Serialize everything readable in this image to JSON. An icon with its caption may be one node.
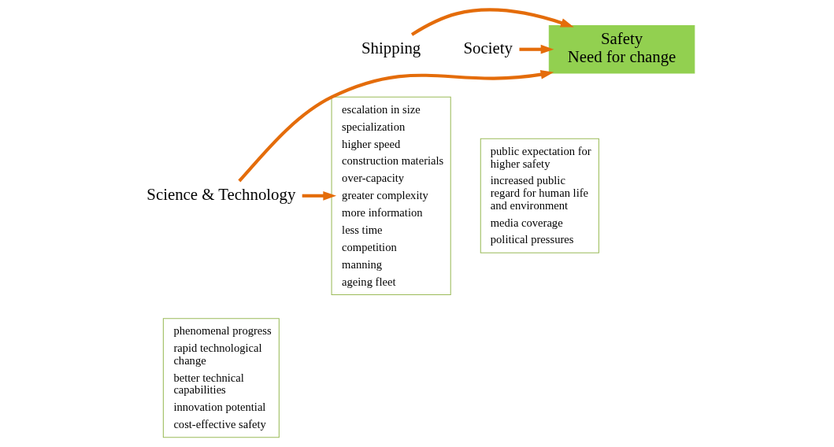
{
  "diagram": {
    "nodes": [
      {
        "text": [
          "Shipping"
        ]
      },
      {
        "text": [
          "Safety",
          "Need for change"
        ]
      },
      {
        "text": [
          "Society"
        ]
      },
      {
        "text": [
          "escalation in size",
          "specialization",
          "higher speed",
          "construction materials",
          "over-capacity",
          "greater complexity",
          "more information",
          "less time",
          "competition",
          "manning",
          "ageing fleet"
        ]
      },
      {
        "text": [
          "public expectation for higher safety",
          "increased public regard for human life and environment",
          "media coverage",
          "political pressures"
        ]
      },
      {
        "text": [
          "Science & Technology"
        ]
      },
      {
        "text": [
          "phenomenal progress",
          "rapid technological change",
          "better technical capabilities",
          "innovation potential",
          "cost-effective safety"
        ]
      }
    ],
    "edges": [
      {
        "from": 0,
        "to": 1,
        "arrow": "to"
      },
      {
        "from": 2,
        "to": 1,
        "arrow": "to"
      },
      {
        "from": 5,
        "to": 1,
        "arrow": "to"
      },
      {
        "from": 5,
        "to": 3,
        "arrow": "to"
      }
    ]
  }
}
